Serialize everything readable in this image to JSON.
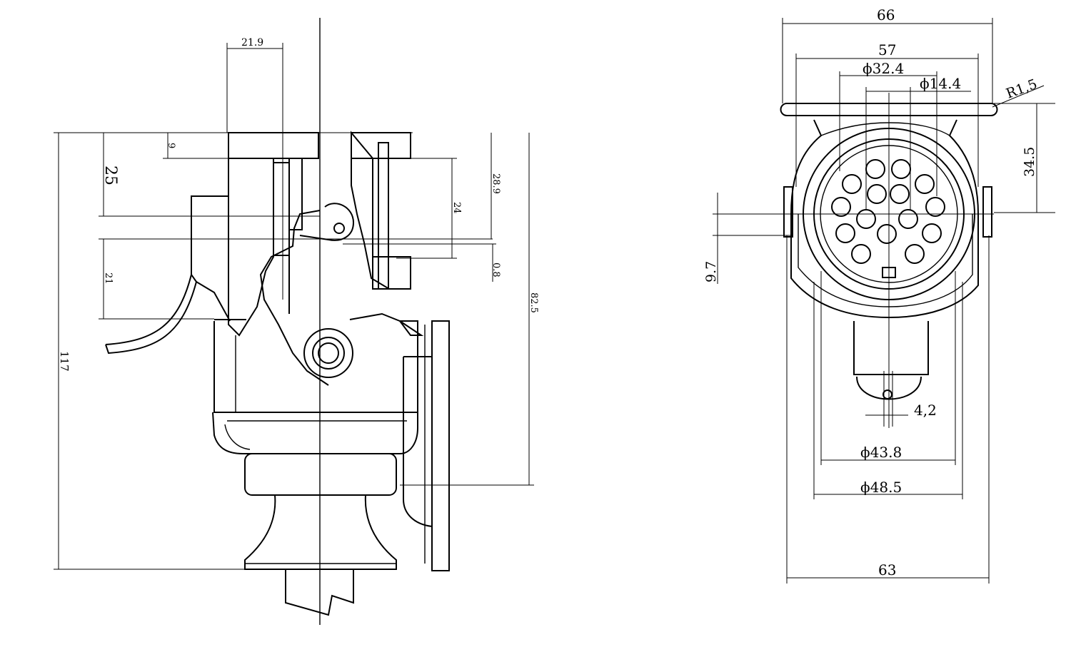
{
  "colors": {
    "line": "#000000",
    "background": "#ffffff"
  },
  "side_view": {
    "dims": {
      "top_width": "21.9",
      "d9": "9",
      "d25": "25",
      "d21": "21",
      "d117": "117",
      "d28_9": "28.9",
      "d24": "24",
      "d0_8": "0.8",
      "d82_5": "82.5"
    }
  },
  "front_view": {
    "dims": {
      "w66": "66",
      "w57": "57",
      "phi32_4": "ϕ32.4",
      "phi14_4": "ϕ14.4",
      "r1_5": "R1,5",
      "h34_5": "34.5",
      "h9_7": "9.7",
      "w4_2": "4,2",
      "phi43_8": "ϕ43.8",
      "phi48_5": "ϕ48.5",
      "w63": "63"
    }
  }
}
